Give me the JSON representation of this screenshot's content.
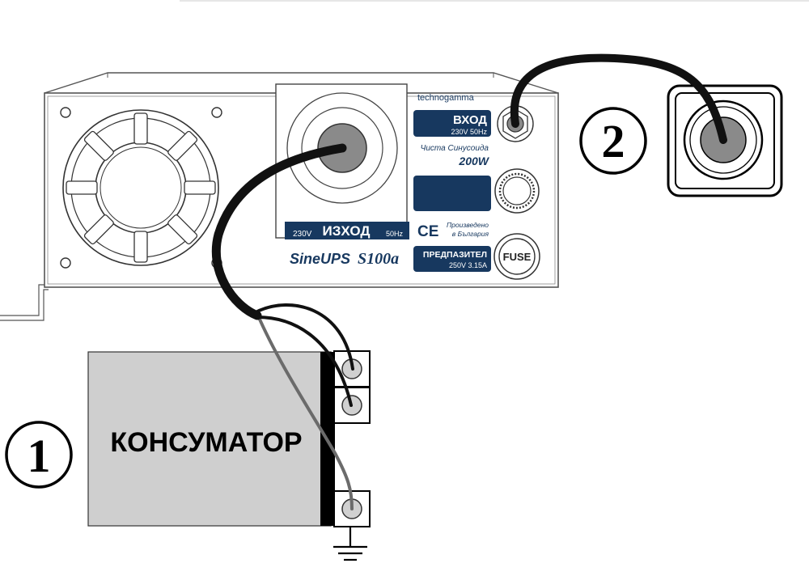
{
  "device": {
    "brand": "technogamma",
    "input": {
      "title": "ВХОД",
      "spec": "230V 50Hz"
    },
    "wave": {
      "line1": "Чиста Синусоида",
      "power": "200W"
    },
    "output": {
      "voltage": "230V",
      "title": "ИЗХОД",
      "freq": "50Hz"
    },
    "ce": "CE",
    "made_in": {
      "line1": "Произведено",
      "line2": "в България"
    },
    "model": {
      "name": "SineUPS",
      "code": "S100a"
    },
    "fuse_label": {
      "title": "ПРЕДПАЗИТЕЛ",
      "spec": "250V 3.15A"
    },
    "fuse_button": "FUSE"
  },
  "consumer": {
    "label": "КОНСУМАТОР"
  },
  "markers": {
    "one": "1",
    "two": "2"
  },
  "colors": {
    "panel_blue": "#17385f",
    "consumer_fill": "#cfcfcf",
    "cable": "#111111",
    "earth_wire": "#6b6b6b",
    "socket_grey": "#8a8a8a"
  }
}
